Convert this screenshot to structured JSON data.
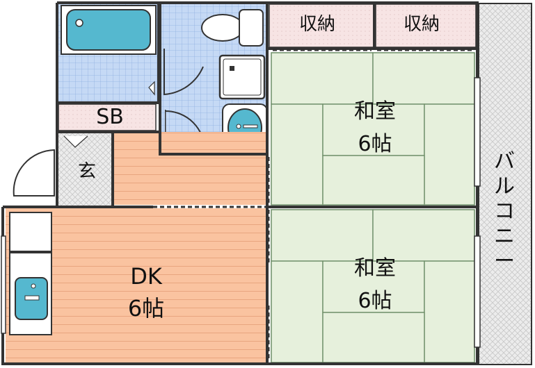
{
  "rooms": {
    "storage_left": "収納",
    "storage_right": "収納",
    "japanese_top": {
      "name": "和室",
      "size": "6帖"
    },
    "japanese_bottom": {
      "name": "和室",
      "size": "6帖"
    },
    "shoe_box": "SB",
    "entrance": "玄",
    "dining_kitchen": {
      "name": "DK",
      "size": "6帖"
    },
    "balcony": [
      "バ",
      "ル",
      "コ",
      "ニ",
      "ー"
    ]
  },
  "colors": {
    "tatami": "#e6f0dc",
    "flooring": "#fac3a0",
    "wet_area": "#c5d9f5",
    "storage": "#f7e4e4",
    "balcony": "#ebebeb",
    "fixture": "#55b8cf",
    "wall": "#333333"
  }
}
